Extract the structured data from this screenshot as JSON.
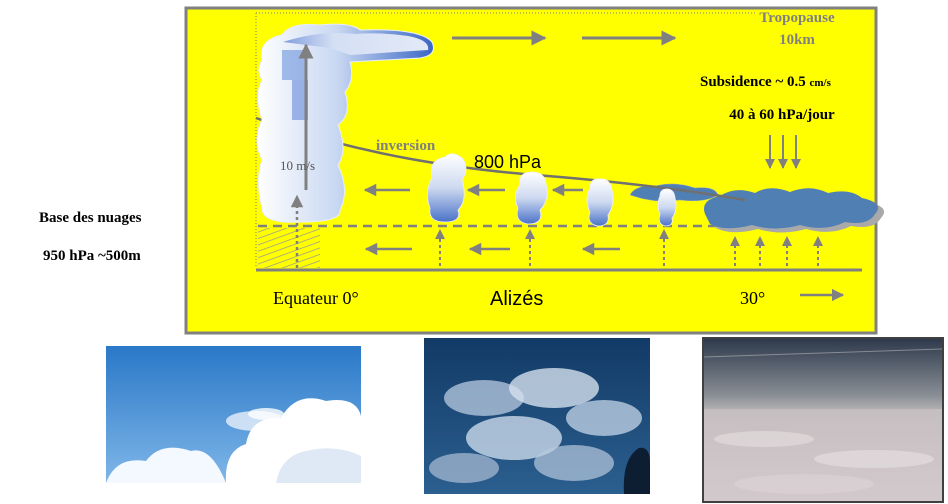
{
  "labels": {
    "tropopause": "Tropopause",
    "tropopause_height": "10km",
    "subsidence": "Subsidence ~ 0.5",
    "subsidence_unit": "cm/s",
    "subsidence_rate": "40 à 60 hPa/jour",
    "inversion": "inversion",
    "pressure_800": "800 hPa",
    "updraft_speed": "10 m/s",
    "cloud_base_title": "Base des nuages",
    "cloud_base_value": "950 hPa ~500m",
    "equator": "Equateur 0°",
    "trade_winds": "Alizés",
    "latitude_30": "30°"
  },
  "colors": {
    "panel_background": "#ffff00",
    "panel_border": "#808080",
    "arrow": "#808080",
    "inversion_line": "#707070",
    "inversion_text": "#808080",
    "stratocumulus": "#4f7fb3"
  },
  "photos": [
    {
      "name": "photo-cumulonimbus",
      "description_icon": "cumulonimbus-photo"
    },
    {
      "name": "photo-trade-cumulus",
      "description_icon": "trade-cumulus-photo"
    },
    {
      "name": "photo-stratocumulus",
      "description_icon": "stratocumulus-photo"
    }
  ]
}
